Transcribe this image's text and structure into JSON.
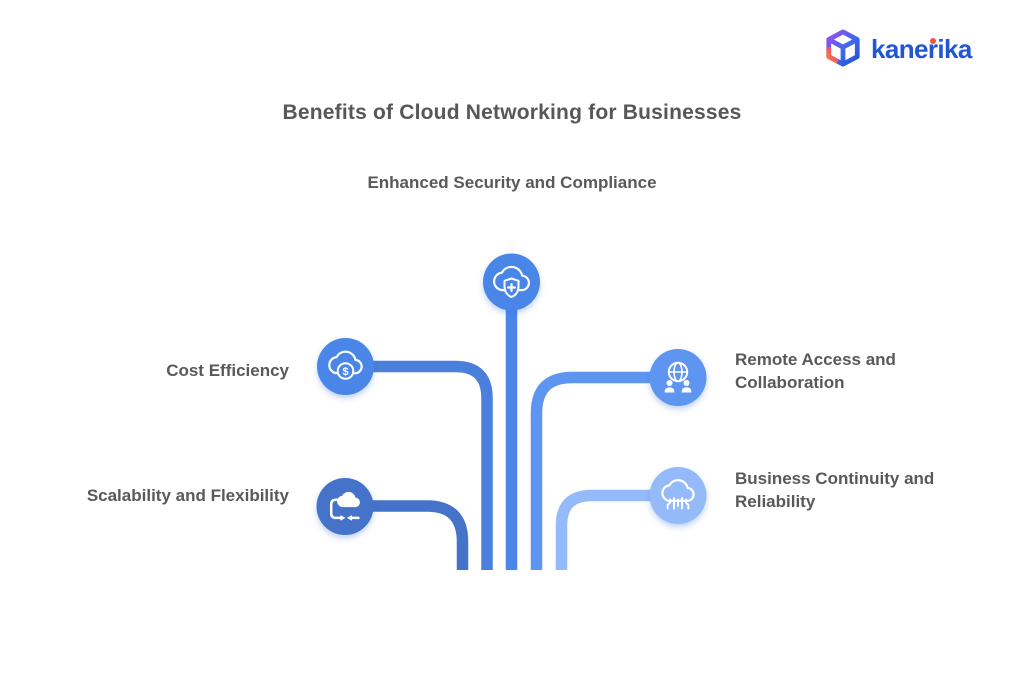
{
  "brand": {
    "name": "kanerika",
    "logo_icon": "kanerika-cube-logo",
    "wordmark_color": "#2156d4",
    "i_dot_color": "#f4533f"
  },
  "title": {
    "text": "Benefits of Cloud Networking for Businesses",
    "color": "#56575a"
  },
  "diagram": {
    "label_color": "#58595b",
    "nodes": [
      {
        "id": "enhanced-security",
        "label": "Enhanced Security and Compliance",
        "icon": "cloud-shield-plus-icon",
        "circle_color": "#4a86e8",
        "line_color": "#4a86e8",
        "position": "top-center"
      },
      {
        "id": "cost-efficiency",
        "label": "Cost Efficiency",
        "icon": "cloud-dollar-icon",
        "circle_color": "#4a86e8",
        "line_color": "#4a7fdb",
        "position": "left-upper",
        "icon_glyph": "$"
      },
      {
        "id": "scalability-flexibility",
        "label": "Scalability and Flexibility",
        "icon": "cloud-sync-arrows-icon",
        "circle_color": "#4573c9",
        "line_color": "#4573c9",
        "position": "left-lower"
      },
      {
        "id": "remote-access",
        "label": "Remote Access and Collaboration",
        "icon": "globe-people-icon",
        "circle_color": "#5d95f0",
        "line_color": "#5d95f0",
        "position": "right-upper"
      },
      {
        "id": "business-continuity",
        "label": "Business Continuity and Reliability",
        "icon": "cloud-circuit-icon",
        "circle_color": "#94baf9",
        "line_color": "#94baf9",
        "position": "right-lower"
      }
    ]
  }
}
